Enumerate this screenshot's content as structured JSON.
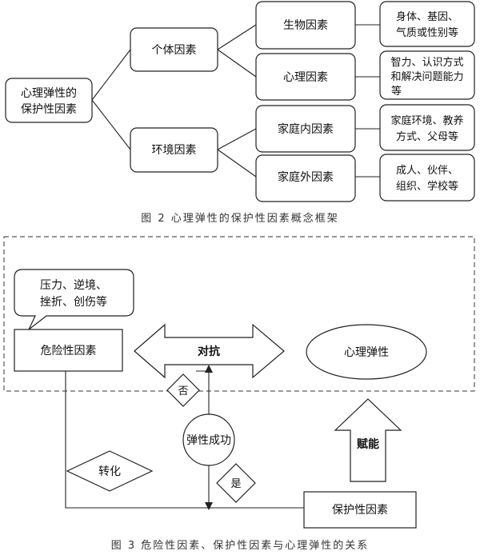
{
  "figure2": {
    "root": {
      "line1": "心理弹性的",
      "line2": "保护性因素"
    },
    "individual": "个体因素",
    "environment": "环境因素",
    "biological": "生物因素",
    "psychological": "心理因素",
    "family_inner": "家庭内因素",
    "family_outer": "家庭外因素",
    "leaf_bio": {
      "line1": "身体、基因、",
      "line2": "气质或性别等"
    },
    "leaf_psy": {
      "line1": "智力、认识方式",
      "line2": "和解决问题能力",
      "line3": "等"
    },
    "leaf_inner": {
      "line1": "家庭环境、教养",
      "line2": "方式、父母等"
    },
    "leaf_outer": {
      "line1": "成人、伙伴、",
      "line2": "组织、学校等"
    },
    "caption": "图 2  心理弹性的保护性因素概念框架"
  },
  "figure3": {
    "callout": {
      "line1": "压力、逆境、",
      "line2": "挫折、创伤等"
    },
    "risk": "危险性因素",
    "confront": "对抗",
    "resilience": "心理弹性",
    "no": "否",
    "success": "弹性成功",
    "empower": "赋能",
    "transform": "转化",
    "yes": "是",
    "protective": "保护性因素",
    "caption": "图 3  危险性因素、保护性因素与心理弹性的关系"
  }
}
